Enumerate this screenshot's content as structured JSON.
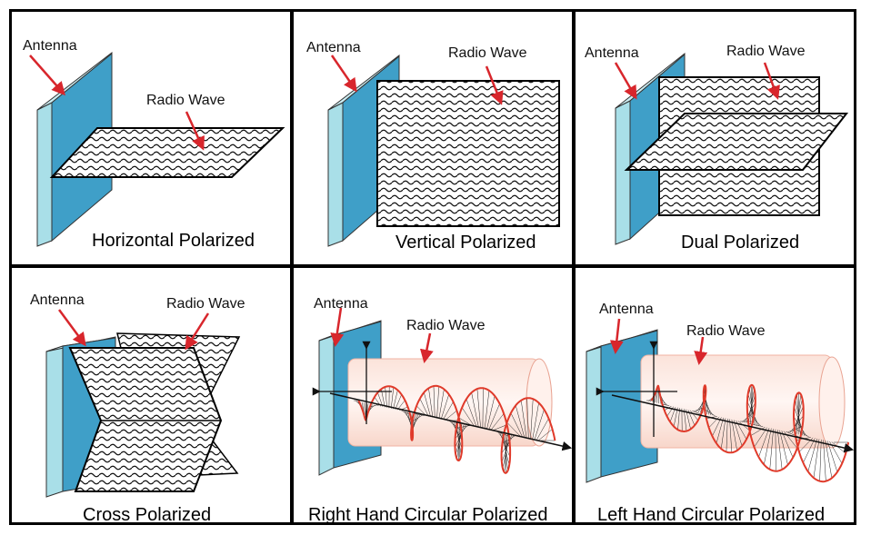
{
  "colors": {
    "antenna_face": "#3f9fc8",
    "antenna_side": "#a9dfe8",
    "arrow": "#d8262c",
    "border": "#000000",
    "helix": "#e03a2a"
  },
  "labels": {
    "antenna": "Antenna",
    "radio_wave": "Radio Wave"
  },
  "panels": [
    {
      "caption": "Horizontal Polarized"
    },
    {
      "caption": "Vertical Polarized"
    },
    {
      "caption": "Dual Polarized"
    },
    {
      "caption": "Cross Polarized"
    },
    {
      "caption": "Right Hand Circular Polarized"
    },
    {
      "caption": "Left Hand Circular Polarized"
    }
  ]
}
